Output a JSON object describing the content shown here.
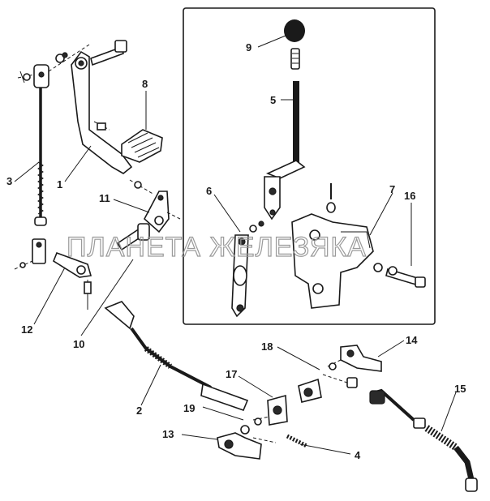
{
  "watermark": "ПЛАНЕТА ЖЕЛЕЗЯКА",
  "colors": {
    "ink": "#1a1a1a",
    "background": "#ffffff",
    "watermark": "#9a9a9a"
  },
  "callouts": {
    "n1": "1",
    "n2": "2",
    "n3": "3",
    "n4": "4",
    "n5": "5",
    "n6": "6",
    "n7": "7",
    "n8": "8",
    "n9": "9",
    "n10": "10",
    "n11": "11",
    "n12": "12",
    "n13": "13",
    "n14": "14",
    "n15": "15",
    "n16": "16",
    "n17": "17",
    "n18": "18",
    "n19": "19"
  }
}
